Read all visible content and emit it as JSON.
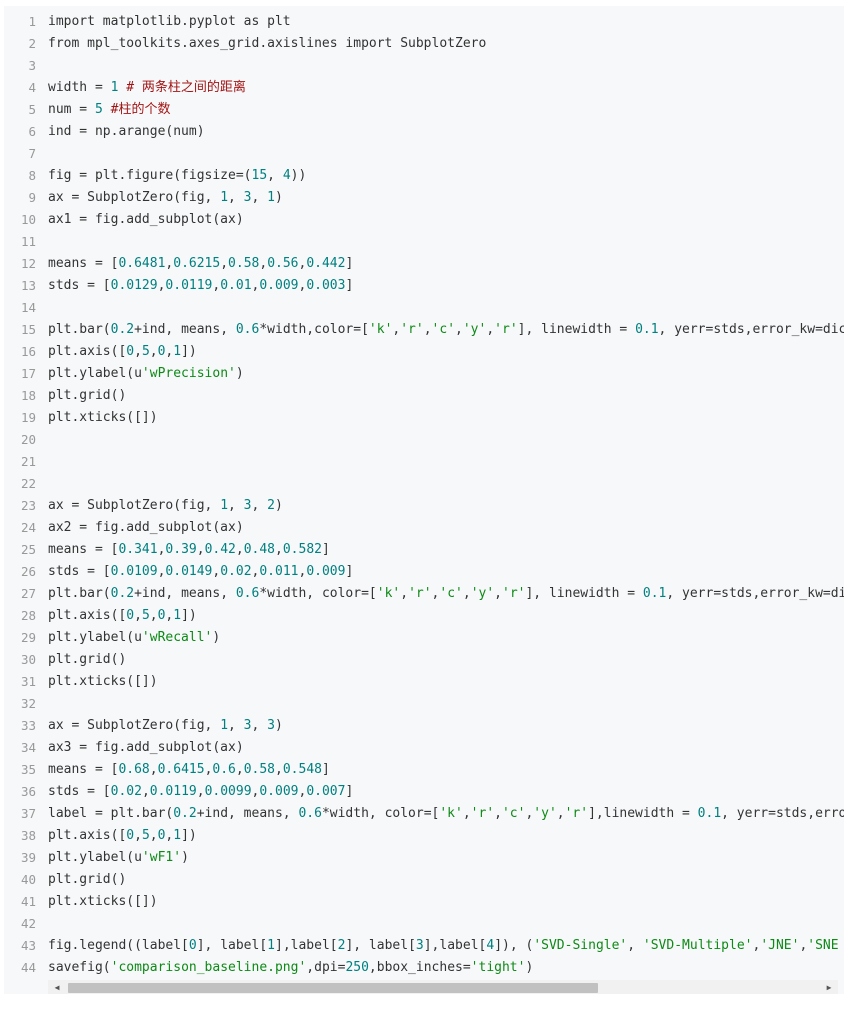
{
  "code": {
    "lines": [
      {
        "n": "1",
        "t": "import matplotlib.pyplot as plt"
      },
      {
        "n": "2",
        "t": "from mpl_toolkits.axes_grid.axislines import SubplotZero"
      },
      {
        "n": "3",
        "t": ""
      },
      {
        "n": "4",
        "t": "width = 1 # 两条柱之间的距离"
      },
      {
        "n": "5",
        "t": "num = 5 #柱的个数"
      },
      {
        "n": "6",
        "t": "ind = np.arange(num)"
      },
      {
        "n": "7",
        "t": ""
      },
      {
        "n": "8",
        "t": "fig = plt.figure(figsize=(15, 4))"
      },
      {
        "n": "9",
        "t": "ax = SubplotZero(fig, 1, 3, 1)"
      },
      {
        "n": "10",
        "t": "ax1 = fig.add_subplot(ax)"
      },
      {
        "n": "11",
        "t": ""
      },
      {
        "n": "12",
        "t": "means = [0.6481,0.6215,0.58,0.56,0.442]"
      },
      {
        "n": "13",
        "t": "stds = [0.0129,0.0119,0.01,0.009,0.003]"
      },
      {
        "n": "14",
        "t": ""
      },
      {
        "n": "15",
        "t": "plt.bar(0.2+ind, means, 0.6*width,color=['k','r','c','y','r'], linewidth = 0.1, yerr=stds,error_kw=dic"
      },
      {
        "n": "16",
        "t": "plt.axis([0,5,0,1])"
      },
      {
        "n": "17",
        "t": "plt.ylabel(u'wPrecision')"
      },
      {
        "n": "18",
        "t": "plt.grid()"
      },
      {
        "n": "19",
        "t": "plt.xticks([])"
      },
      {
        "n": "20",
        "t": ""
      },
      {
        "n": "21",
        "t": ""
      },
      {
        "n": "22",
        "t": ""
      },
      {
        "n": "23",
        "t": "ax = SubplotZero(fig, 1, 3, 2)"
      },
      {
        "n": "24",
        "t": "ax2 = fig.add_subplot(ax)"
      },
      {
        "n": "25",
        "t": "means = [0.341,0.39,0.42,0.48,0.582]"
      },
      {
        "n": "26",
        "t": "stds = [0.0109,0.0149,0.02,0.011,0.009]"
      },
      {
        "n": "27",
        "t": "plt.bar(0.2+ind, means, 0.6*width, color=['k','r','c','y','r'], linewidth = 0.1, yerr=stds,error_kw=di"
      },
      {
        "n": "28",
        "t": "plt.axis([0,5,0,1])"
      },
      {
        "n": "29",
        "t": "plt.ylabel(u'wRecall')"
      },
      {
        "n": "30",
        "t": "plt.grid()"
      },
      {
        "n": "31",
        "t": "plt.xticks([])"
      },
      {
        "n": "32",
        "t": ""
      },
      {
        "n": "33",
        "t": "ax = SubplotZero(fig, 1, 3, 3)"
      },
      {
        "n": "34",
        "t": "ax3 = fig.add_subplot(ax)"
      },
      {
        "n": "35",
        "t": "means = [0.68,0.6415,0.6,0.58,0.548]"
      },
      {
        "n": "36",
        "t": "stds = [0.02,0.0119,0.0099,0.009,0.007]"
      },
      {
        "n": "37",
        "t": "label = plt.bar(0.2+ind, means, 0.6*width, color=['k','r','c','y','r'],linewidth = 0.1, yerr=stds,erro"
      },
      {
        "n": "38",
        "t": "plt.axis([0,5,0,1])"
      },
      {
        "n": "39",
        "t": "plt.ylabel(u'wF1')"
      },
      {
        "n": "40",
        "t": "plt.grid()"
      },
      {
        "n": "41",
        "t": "plt.xticks([])"
      },
      {
        "n": "42",
        "t": ""
      },
      {
        "n": "43",
        "t": "fig.legend((label[0], label[1],label[2], label[3],label[4]), ('SVD-Single', 'SVD-Multiple','JNE','SNE"
      },
      {
        "n": "44",
        "t": "savefig('comparison_baseline.png',dpi=250,bbox_inches='tight')"
      }
    ]
  },
  "scrollbar": {
    "left_arrow": "◀",
    "right_arrow": "▶"
  },
  "colors": {
    "background": "#f6f8fa",
    "line_number": "#999999",
    "text": "#333333",
    "number": "#008080",
    "string": "#0e8a16",
    "comment": "#a31515"
  }
}
